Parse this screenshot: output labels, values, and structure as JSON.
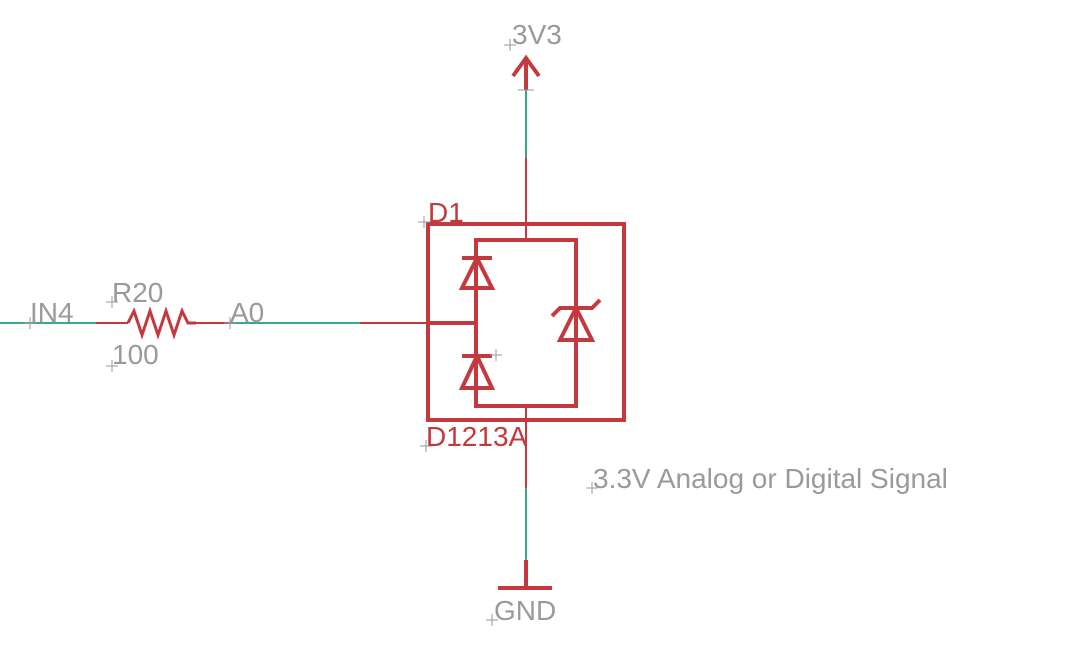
{
  "power": {
    "supply_label": "3V3",
    "ground_label": "GND"
  },
  "net": {
    "input_label": "IN4",
    "output_label": "A0"
  },
  "resistor": {
    "name": "R20",
    "value": "100"
  },
  "diode": {
    "name": "D1",
    "part": "D1213A"
  },
  "note": "3.3V Analog or Digital Signal",
  "colors": {
    "wire": "#3aa88e",
    "symbol": "#c4393d",
    "text": "#9a9a9a"
  }
}
